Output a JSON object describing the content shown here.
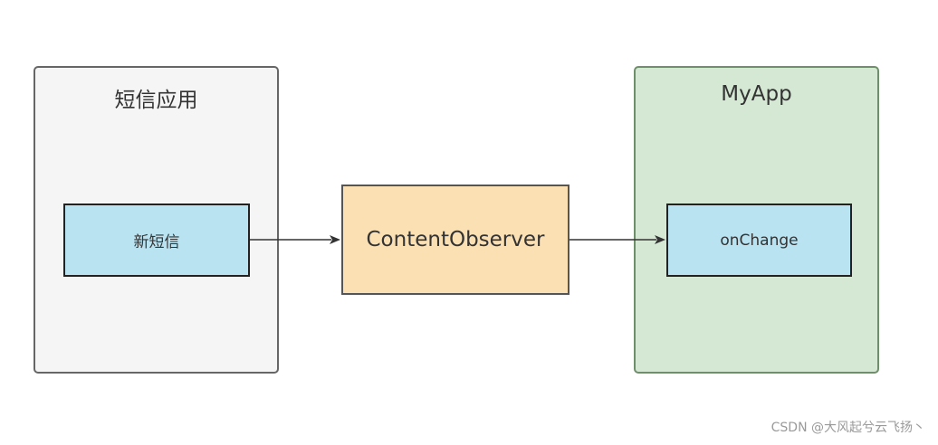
{
  "diagram": {
    "sms_app": {
      "title": "短信应用",
      "node_label": "新短信"
    },
    "observer": {
      "label": "ContentObserver"
    },
    "myapp": {
      "title": "MyApp",
      "node_label": "onChange"
    },
    "colors": {
      "sms_app_fill": "#f5f5f5",
      "myapp_fill": "#d5e8d4",
      "node_fill": "#b9e3f1",
      "observer_fill": "#fbe0b4",
      "edge": "#333333"
    }
  },
  "watermark": "CSDN @大风起兮云飞扬丶"
}
